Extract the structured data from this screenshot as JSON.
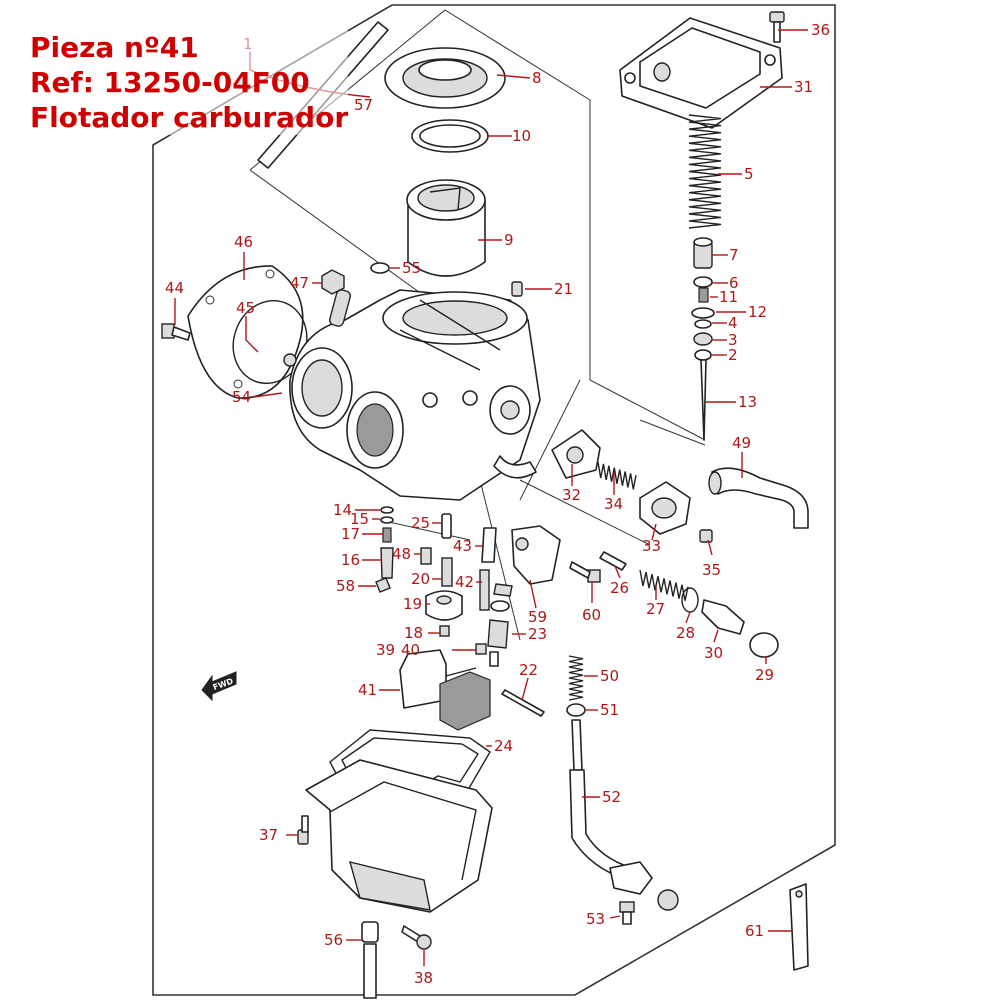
{
  "caption": {
    "line1": "Pieza nº41",
    "line2": "Ref: 13250-04F00",
    "line3": "Flotador carburador"
  },
  "fwd_label": "FWD",
  "colors": {
    "callout": "#b01818",
    "caption": "#d10000",
    "outline": "#222222"
  },
  "callouts": [
    {
      "id": "1",
      "label": "1"
    },
    {
      "id": "2",
      "label": "2"
    },
    {
      "id": "3",
      "label": "3"
    },
    {
      "id": "4",
      "label": "4"
    },
    {
      "id": "5",
      "label": "5"
    },
    {
      "id": "6",
      "label": "6"
    },
    {
      "id": "7",
      "label": "7"
    },
    {
      "id": "8",
      "label": "8"
    },
    {
      "id": "9",
      "label": "9"
    },
    {
      "id": "10",
      "label": "10"
    },
    {
      "id": "11",
      "label": "11"
    },
    {
      "id": "12",
      "label": "12"
    },
    {
      "id": "13",
      "label": "13"
    },
    {
      "id": "14",
      "label": "14"
    },
    {
      "id": "15",
      "label": "15"
    },
    {
      "id": "16",
      "label": "16"
    },
    {
      "id": "17",
      "label": "17"
    },
    {
      "id": "18",
      "label": "18"
    },
    {
      "id": "19",
      "label": "19"
    },
    {
      "id": "20",
      "label": "20"
    },
    {
      "id": "21",
      "label": "21"
    },
    {
      "id": "22",
      "label": "22"
    },
    {
      "id": "23",
      "label": "23"
    },
    {
      "id": "24",
      "label": "24"
    },
    {
      "id": "25",
      "label": "25"
    },
    {
      "id": "26",
      "label": "26"
    },
    {
      "id": "27",
      "label": "27"
    },
    {
      "id": "28",
      "label": "28"
    },
    {
      "id": "29",
      "label": "29"
    },
    {
      "id": "30",
      "label": "30"
    },
    {
      "id": "31",
      "label": "31"
    },
    {
      "id": "32",
      "label": "32"
    },
    {
      "id": "33",
      "label": "33"
    },
    {
      "id": "34",
      "label": "34"
    },
    {
      "id": "35",
      "label": "35"
    },
    {
      "id": "36",
      "label": "36"
    },
    {
      "id": "37",
      "label": "37"
    },
    {
      "id": "38",
      "label": "38"
    },
    {
      "id": "39",
      "label": "39"
    },
    {
      "id": "40",
      "label": "40"
    },
    {
      "id": "41",
      "label": "41"
    },
    {
      "id": "42",
      "label": "42"
    },
    {
      "id": "43",
      "label": "43"
    },
    {
      "id": "44",
      "label": "44"
    },
    {
      "id": "45",
      "label": "45"
    },
    {
      "id": "46",
      "label": "46"
    },
    {
      "id": "47",
      "label": "47"
    },
    {
      "id": "48",
      "label": "48"
    },
    {
      "id": "49",
      "label": "49"
    },
    {
      "id": "50",
      "label": "50"
    },
    {
      "id": "51",
      "label": "51"
    },
    {
      "id": "52",
      "label": "52"
    },
    {
      "id": "53",
      "label": "53"
    },
    {
      "id": "54",
      "label": "54"
    },
    {
      "id": "55",
      "label": "55"
    },
    {
      "id": "56",
      "label": "56"
    },
    {
      "id": "57",
      "label": "57"
    },
    {
      "id": "58",
      "label": "58"
    },
    {
      "id": "59",
      "label": "59"
    },
    {
      "id": "60",
      "label": "60"
    },
    {
      "id": "61",
      "label": "61"
    }
  ]
}
